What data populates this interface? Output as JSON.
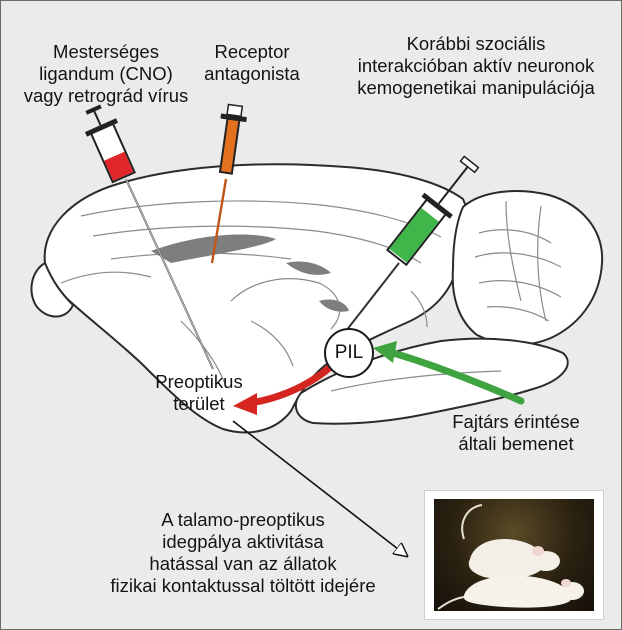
{
  "labels": {
    "injection_left": [
      "Mesterséges",
      "ligandum (CNO)",
      "vagy retrográd vírus"
    ],
    "injection_middle": [
      "Receptor",
      "antagonista"
    ],
    "injection_right": [
      "Korábbi szociális",
      "interakcióban aktív neuronok",
      "kemogenetikai manipulációja"
    ],
    "pil": "PIL",
    "preoptic": [
      "Preoptikus",
      "terület"
    ],
    "input": [
      "Fajtárs érintése",
      "általi bemenet"
    ],
    "outcome": [
      "A talamo-preoptikus",
      "idegpálya aktivitása",
      "hatással van az állatok",
      "fizikai kontaktussal töltött idejére"
    ]
  },
  "colors": {
    "background": "#ebebeb",
    "syringe_red": "#e0262b",
    "syringe_orange": "#e2701f",
    "syringe_green": "#3fb54a",
    "arrow_red": "#d4261f",
    "arrow_green": "#3fa33f"
  },
  "photo": {
    "content": "two white mice in physical contact"
  }
}
